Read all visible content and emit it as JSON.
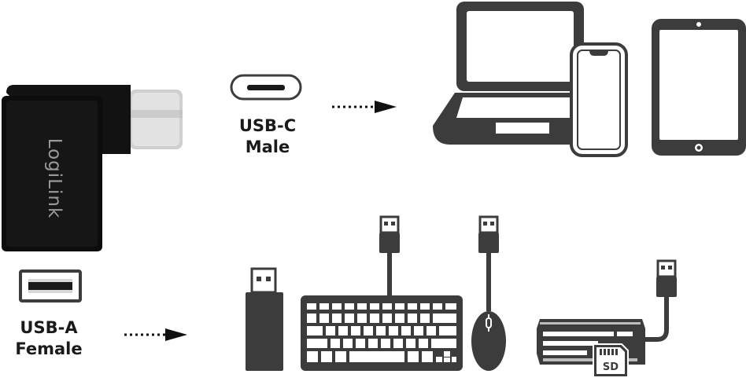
{
  "adapter": {
    "brand": "LogiLink"
  },
  "usb_c": {
    "line1": "USB-C",
    "line2": "Male"
  },
  "usb_a": {
    "line1": "USB-A",
    "line2": "Female"
  },
  "colors": {
    "icon": "#3c3c3c",
    "adapter_body": "#111111",
    "connector": "#d0d0d0",
    "text": "#1a1a1a"
  },
  "icons": {
    "top_row": [
      "laptop-icon",
      "smartphone-icon",
      "tablet-icon"
    ],
    "bottom_row": [
      "usb-stick-icon",
      "keyboard-icon",
      "mouse-icon",
      "card-reader-icon"
    ]
  }
}
